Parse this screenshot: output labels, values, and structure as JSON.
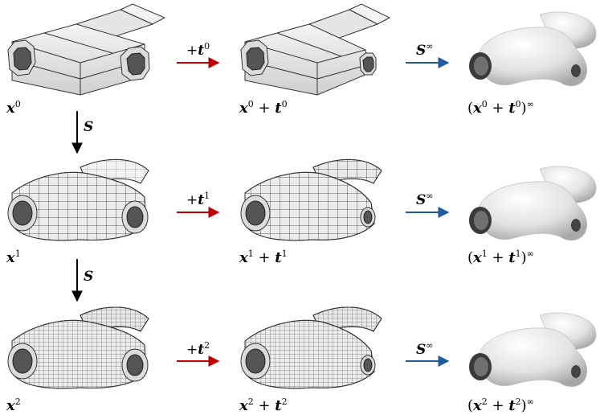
{
  "colors": {
    "red_arrow": "#c00000",
    "blue_arrow": "#1f5a9e",
    "black_arrow": "#000000",
    "mesh_fill": "#e8e8e8",
    "mesh_line": "#333333"
  },
  "rows": [
    {
      "mesh_level": "0",
      "base": "x",
      "sup": "0",
      "sum_t": "t",
      "sum_sup": "0",
      "limit_sup": "∞"
    },
    {
      "mesh_level": "1",
      "base": "x",
      "sup": "1",
      "sum_t": "t",
      "sum_sup": "1",
      "limit_sup": "∞"
    },
    {
      "mesh_level": "2",
      "base": "x",
      "sup": "2",
      "sum_t": "t",
      "sum_sup": "2",
      "limit_sup": "∞"
    }
  ],
  "arrows": {
    "plus_label": "+",
    "t_symbol": "t",
    "S_symbol": "S",
    "inf_symbol": "∞"
  },
  "operators": {
    "plus": "+",
    "open_paren": "(",
    "close_paren": ")"
  }
}
